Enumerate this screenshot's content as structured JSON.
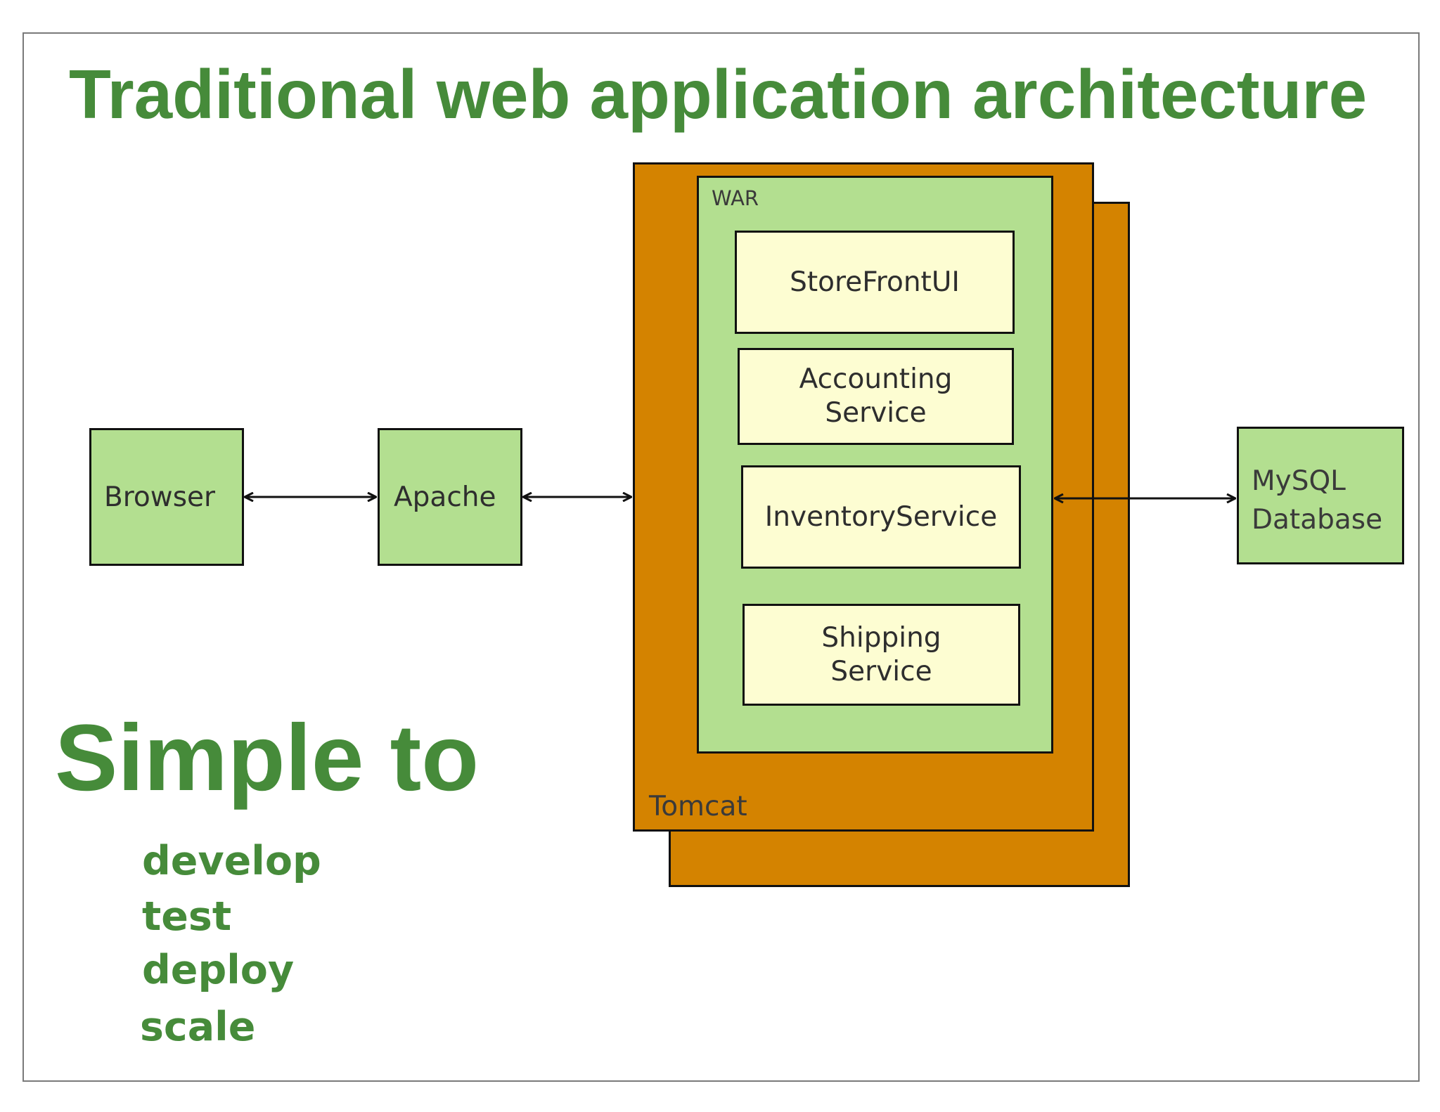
{
  "title": "Traditional web application architecture",
  "colors": {
    "accent": "#468b3a",
    "box_green": "#b3df90",
    "container_orange": "#d48300",
    "service_cream": "#fdfdd2",
    "line": "#111111"
  },
  "nodes": {
    "browser": "Browser",
    "apache": "Apache",
    "tomcat": "Tomcat",
    "war": "WAR",
    "mysql": [
      "MySQL",
      "Database"
    ]
  },
  "services": {
    "storefront": "StoreFrontUI",
    "accounting": [
      "Accounting",
      "Service"
    ],
    "inventory": "InventoryService",
    "shipping": [
      "Shipping",
      "Service"
    ]
  },
  "edges": [
    {
      "from": "Browser",
      "to": "Apache",
      "bidirectional": true
    },
    {
      "from": "Apache",
      "to": "Tomcat",
      "bidirectional": true
    },
    {
      "from": "WAR",
      "to": "MySQL Database",
      "bidirectional": true
    }
  ],
  "simple_to": {
    "heading": "Simple to",
    "items": [
      "develop",
      "test",
      "deploy",
      "scale"
    ]
  }
}
